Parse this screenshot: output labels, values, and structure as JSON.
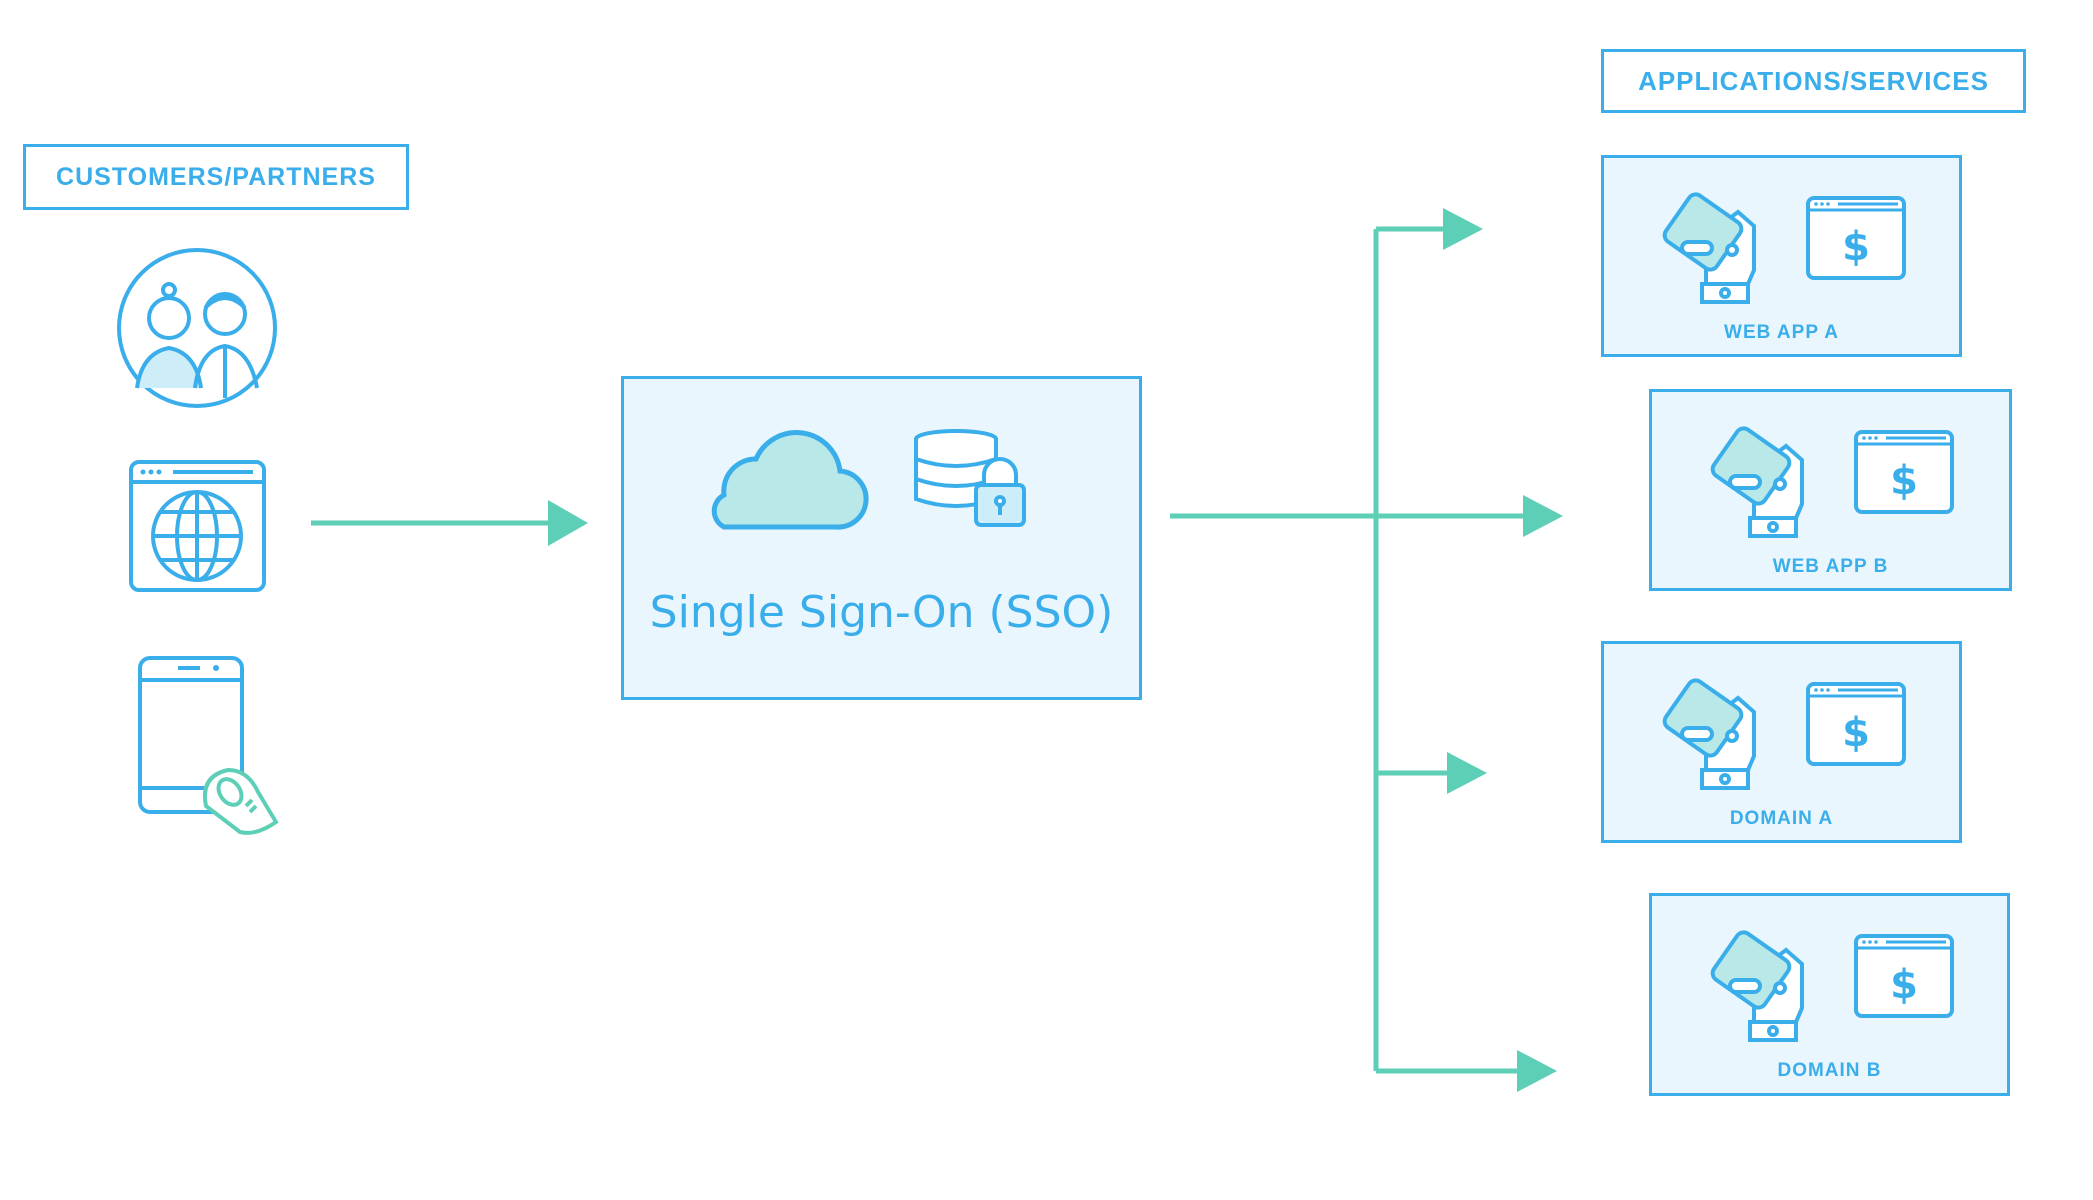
{
  "left_header": "CUSTOMERS/PARTNERS",
  "right_header": "APPLICATIONS/SERVICES",
  "center": {
    "title": "Single Sign-On (SSO)"
  },
  "apps": [
    {
      "label": "WEB APP A"
    },
    {
      "label": "WEB APP B"
    },
    {
      "label": "DOMAIN A"
    },
    {
      "label": "DOMAIN B"
    }
  ],
  "icons": {
    "dollar": "$"
  },
  "colors": {
    "blue": "#3aaeea",
    "teal": "#5ccfb6",
    "fill": "#e9f6fd",
    "icon_fill": "#b8e8e8"
  }
}
